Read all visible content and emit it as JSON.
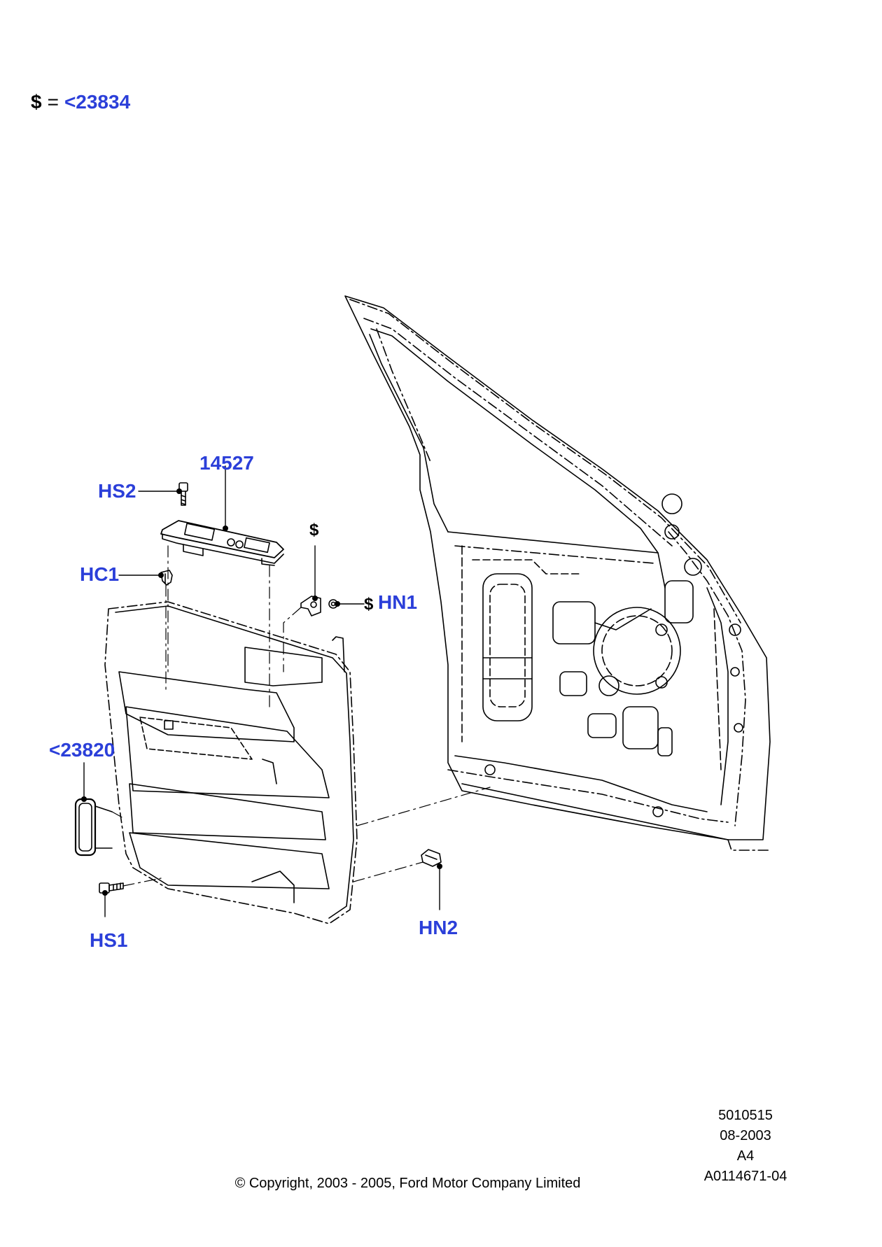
{
  "legend": {
    "symbol": "$",
    "equals": "=",
    "ref": "<23834"
  },
  "callouts": {
    "part_14527": "14527",
    "hs2": "HS2",
    "hc1": "HC1",
    "hn1": "HN1",
    "part_23820": "<23820",
    "hs1": "HS1",
    "hn2": "HN2",
    "dollar_top": "$",
    "dollar_hn1": "$"
  },
  "meta": {
    "illustration_no": "5010515",
    "date": "08-2003",
    "size": "A4",
    "ref_no": "A0114671-04"
  },
  "copyright": "© Copyright, 2003 - 2005, Ford Motor Company Limited",
  "colors": {
    "callout": "#2b3fd9",
    "line": "#000000"
  }
}
